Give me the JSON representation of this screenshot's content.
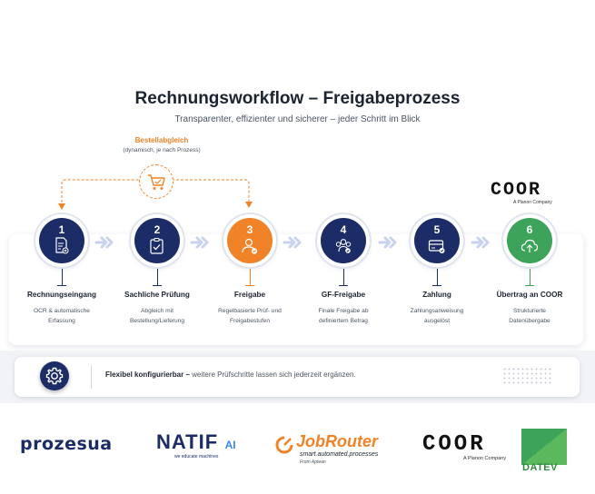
{
  "header": {
    "title": "Rechnungsworkflow – Freigabeprozess",
    "subtitle": "Transparenter, effizienter und sicherer – jeder Schritt im Blick"
  },
  "bestellabgleich": {
    "label": "Bestellabgleich",
    "sub": "(dynamisch, je nach Prozess)"
  },
  "steps": [
    {
      "num": "1",
      "label": "Rechnungseingang",
      "desc1": "OCR & automatische",
      "desc2": "Erfassung",
      "color": "#1b2c66"
    },
    {
      "num": "2",
      "label": "Sachliche Prüfung",
      "desc1": "Abgleich mit",
      "desc2": "Bestellung/Lieferung",
      "color": "#1b2c66"
    },
    {
      "num": "3",
      "label": "Freigabe",
      "desc1": "Regelbasierte Prüf- und",
      "desc2": "Freigabestufen",
      "color": "#f08227"
    },
    {
      "num": "4",
      "label": "GF-Freigabe",
      "desc1": "Finale Freigabe ab",
      "desc2": "definiertem Betrag",
      "color": "#1b2c66"
    },
    {
      "num": "5",
      "label": "Zahlung",
      "desc1": "Zahlungsanweisung",
      "desc2": "ausgelöst",
      "color": "#1b2c66"
    },
    {
      "num": "6",
      "label": "Übertrag an COOR",
      "desc1": "Strukturierte",
      "desc2": "Datenübergabe",
      "color": "#3ea35a"
    }
  ],
  "coor_top": {
    "name": "COOR",
    "sub": "A Planon Company"
  },
  "config": {
    "bold": "Flexibel konfigurierbar –",
    "rest": " weitere Prüfschritte lassen sich jederzeit ergänzen."
  },
  "partners": {
    "prozesua": "prozesua",
    "natif": "NATIF",
    "natif_ai": "AI",
    "natif_tag": "we educate machines",
    "jobrouter": "JobRouter",
    "jobrouter_tag": "smart.automated.processes",
    "jobrouter_from": "From Aptean",
    "coor": "COOR",
    "coor_sub": "A Planon Company",
    "datev": "DATEV"
  }
}
